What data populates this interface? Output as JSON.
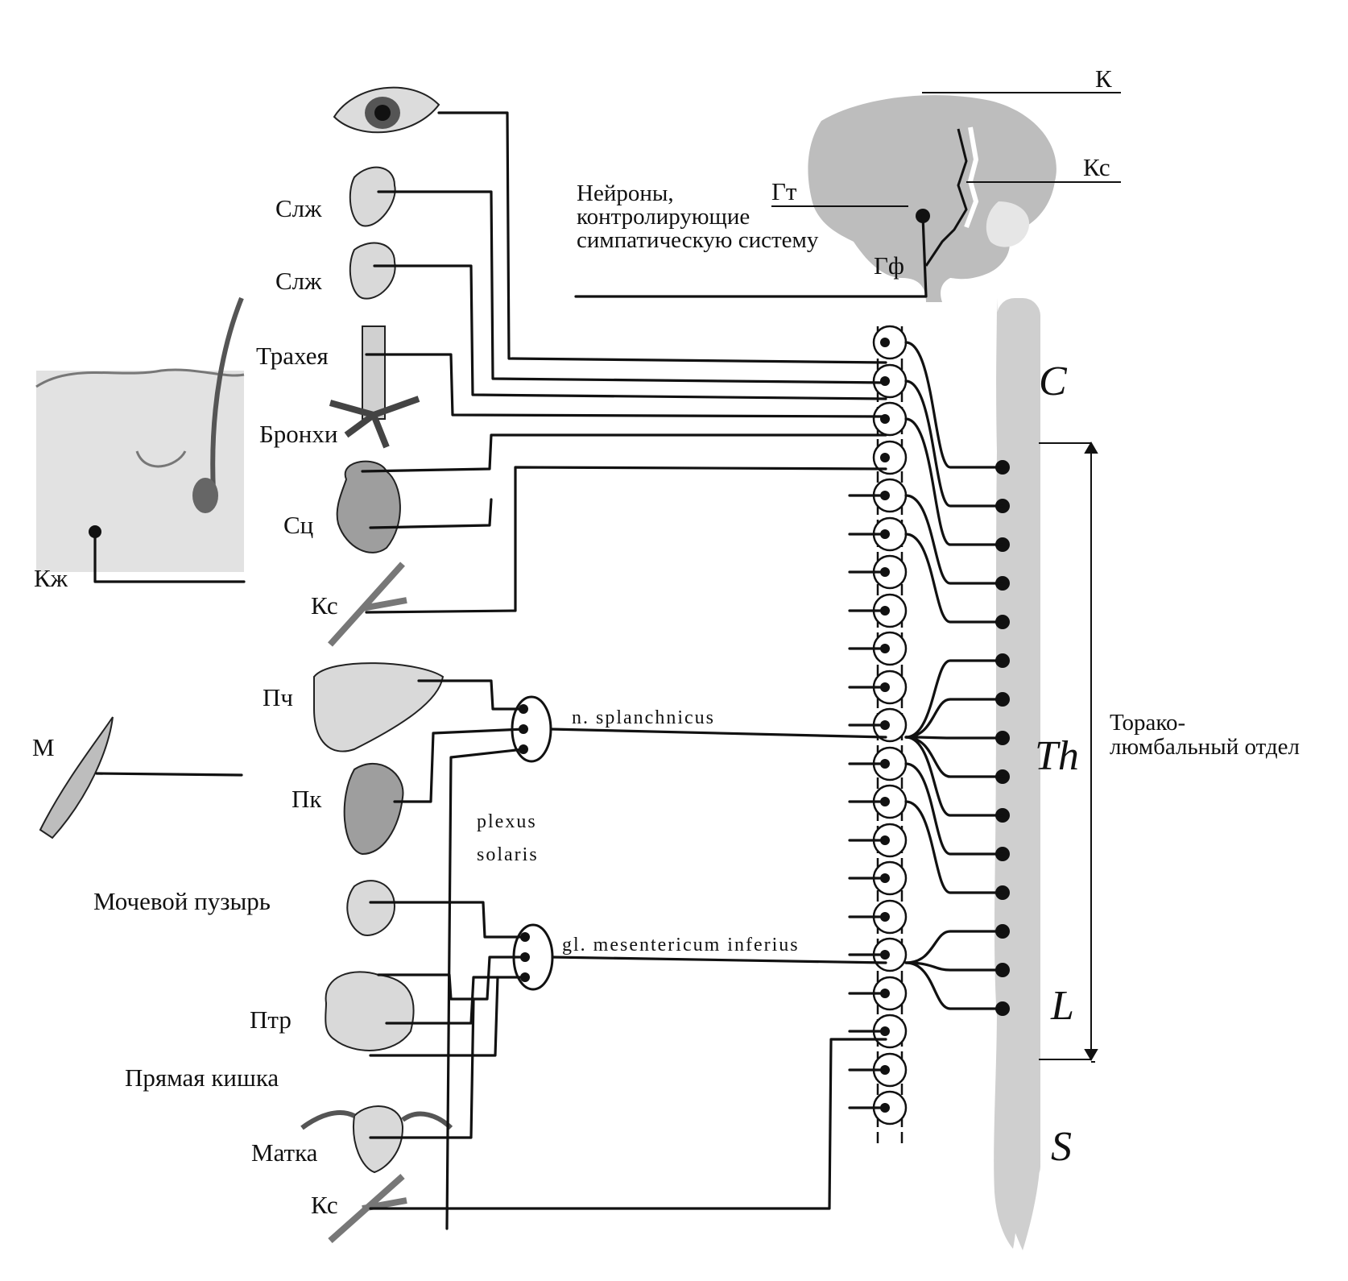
{
  "labels": {
    "brain_cortex": "К",
    "cerebellum_cs": "Кс",
    "hypothalamus": "Гт",
    "pituitary": "Гф",
    "neurons_text": "Нейроны, контролирующие симпатическую систему",
    "lacrimal_gland_1": "Слж",
    "lacrimal_gland_2": "Слж",
    "trachea": "Трахея",
    "bronchi": "Бронхи",
    "heart": "Сц",
    "vessel_upper": "Кс",
    "skin": "Кж",
    "muscle": "М",
    "liver": "Пч",
    "kidney": "Пк",
    "bladder": "Мочевой пузырь",
    "intestine": "Птр",
    "rectum": "Прямая кишка",
    "uterus": "Матка",
    "vessel_lower": "Кс",
    "splanchnic_nerve": "n. splanchnicus",
    "plexus_solaris": "plexus solaris",
    "mesenteric_ganglion": "gl. mesentericum inferius",
    "seg_c": "C",
    "seg_th": "Th",
    "seg_l": "L",
    "seg_s": "S",
    "thoracolumbar": "Торако-люмбальный отдел"
  },
  "colors": {
    "ink": "#111111",
    "cord": "#cfcfcf",
    "brain": "#bdbdbd",
    "skin": "#e2e2e2"
  }
}
